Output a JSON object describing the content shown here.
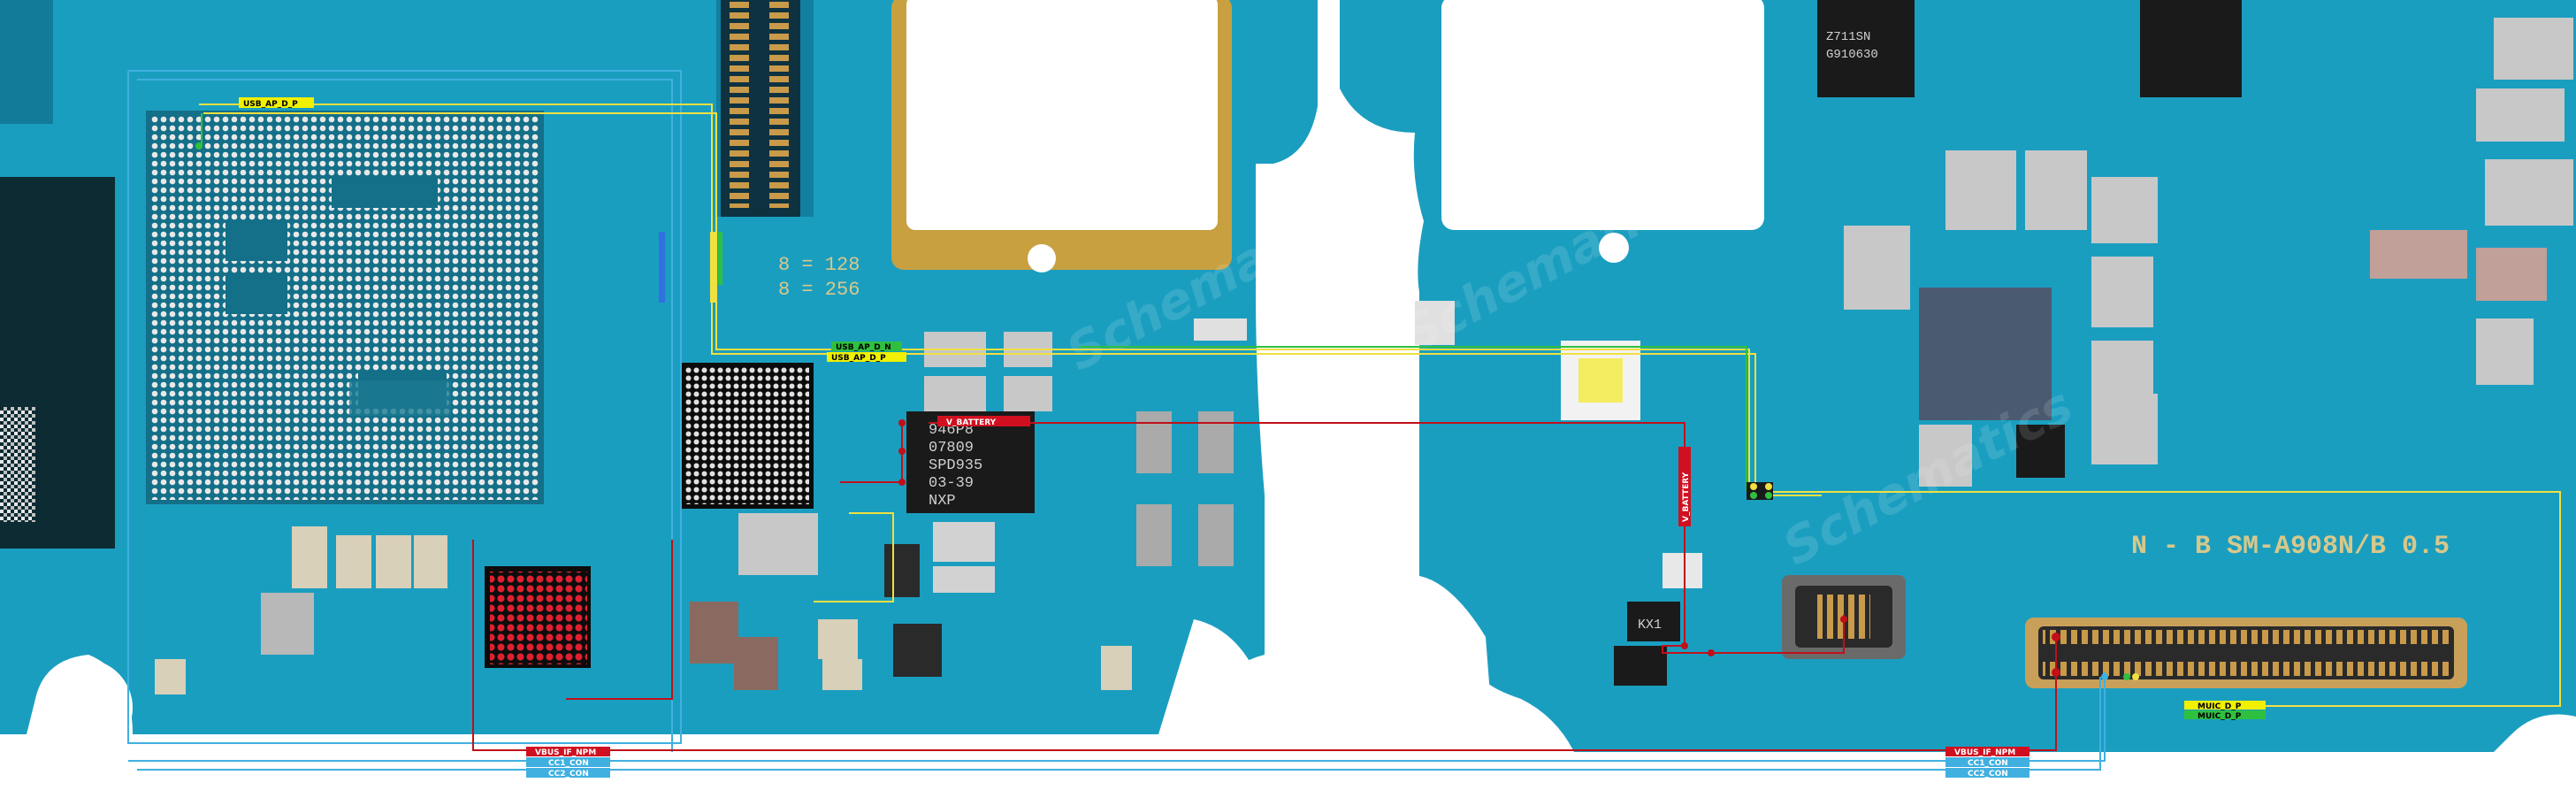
{
  "nets": {
    "battery": "V_BATTERY",
    "vbus_usb_top": "VBUS_IF_NPM",
    "vbus_usb_right": "VBUS_IF_NPM",
    "cc1_con": "CC1_CON",
    "cc2_con": "CC2_CON",
    "cc1_con_right": "CC1_CON",
    "cc2_con_right": "CC2_CON",
    "usb_ap_sel": "USB_AP_D_P",
    "usb_ap_n": "USB_AP_D_N",
    "musb_p_label": "MUIC_D_P",
    "musb_n_label": "MUIC_D_P"
  },
  "chip_marking": {
    "line1": "946P8",
    "line2": "07809",
    "line3": "SPD935",
    "line4": "03-39",
    "line5": "NXP"
  },
  "silkscreen": {
    "board_id": "N - B  SM-A908N/B 0.5",
    "mem_1": "8 = 128",
    "mem_2": "8 = 256"
  },
  "small_part_text": {
    "ic_top_right": "Z711SN",
    "ic_top_right2": "G910630",
    "diode": "KX1"
  },
  "watermark": "Schematics",
  "colors": {
    "pcb": "#1a9ec0",
    "pcb_dark": "#137fa0",
    "gold": "#c8a040",
    "trace_red": "#c0101a",
    "trace_yellow": "#f0e040",
    "trace_blue": "#40b0e0",
    "trace_green": "#30c040",
    "label_yellow_bg": "#f0f000",
    "label_red_bg": "#d01020"
  }
}
